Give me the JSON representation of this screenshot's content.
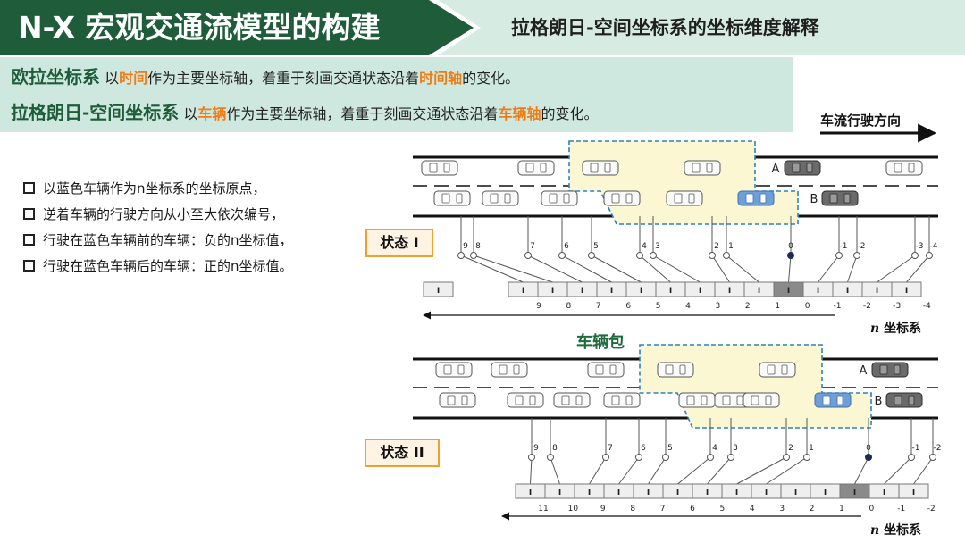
{
  "header": {
    "title": "N-X 宏观交通流模型的构建",
    "subtitle": "拉格朗日-空间坐标系的坐标维度解释"
  },
  "definitions": {
    "euler": {
      "term": "欧拉坐标系",
      "pre": " 以",
      "em1": "时间",
      "mid": "作为主要坐标轴，着重于刻画交通状态沿着",
      "em2": "时间轴",
      "post": "的变化。"
    },
    "lagrange": {
      "term": "拉格朗日-空间坐标系",
      "pre": " 以",
      "em1": "车辆",
      "mid": "作为主要坐标轴，着重于刻画交通状态沿着",
      "em2": "车辆轴",
      "post": "的变化。"
    }
  },
  "direction_label": "车流行驶方向",
  "bullets": [
    "以蓝色车辆作为n坐标系的坐标原点，",
    "逆着车辆的行驶方向从小至大依次编号，",
    "行驶在蓝色车辆前的车辆：负的n坐标值，",
    "行驶在蓝色车辆后的车辆：正的n坐标值。"
  ],
  "vehicle_package_label": "车辆包",
  "lane_labels": {
    "a": "A",
    "b": "B"
  },
  "colors": {
    "header_green": "#1e5c3a",
    "accent_orange": "#f07c14",
    "origin_car_blue": "#6f9fd8",
    "package_fill": "#fbf7d3"
  },
  "diagrams": [
    {
      "state_label": "状态 I",
      "car_numbers": [
        "9",
        "8",
        "7",
        "6",
        "5",
        "4",
        "3",
        "2",
        "1",
        "0",
        "-1",
        "-2",
        "-3",
        "-4"
      ],
      "axis_numbers": [
        "9",
        "8",
        "7",
        "6",
        "5",
        "4",
        "3",
        "2",
        "1",
        "0",
        "-1",
        "-2",
        "-3",
        "-4"
      ],
      "cell_mark": "I",
      "axis_label_italic": "n",
      "axis_label_text": "坐标系"
    },
    {
      "state_label": "状态 II",
      "car_numbers": [
        "9",
        "8",
        "7",
        "6",
        "5",
        "4",
        "3",
        "2",
        "1",
        "0",
        "-1",
        "-2"
      ],
      "axis_numbers": [
        "11",
        "10",
        "9",
        "8",
        "7",
        "6",
        "5",
        "4",
        "3",
        "2",
        "1",
        "0",
        "-1",
        "-2"
      ],
      "cell_mark": "I",
      "axis_label_italic": "n",
      "axis_label_text": "坐标系"
    }
  ]
}
